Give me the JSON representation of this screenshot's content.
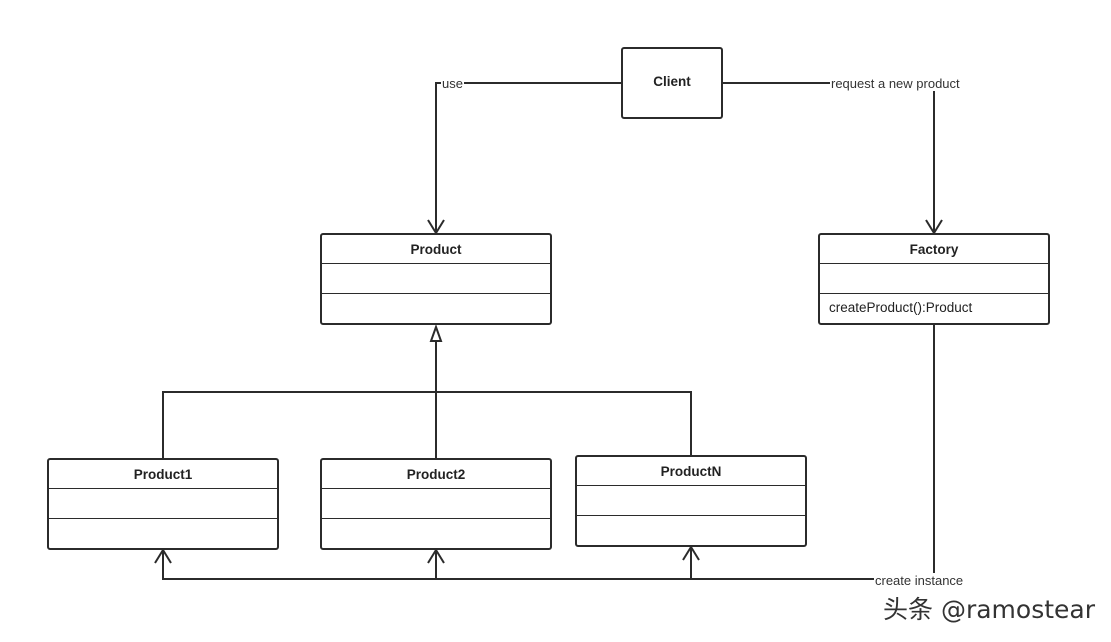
{
  "client": {
    "label": "Client"
  },
  "edges": {
    "use": "use",
    "request": "request a new product",
    "create": "create instance"
  },
  "product": {
    "title": "Product"
  },
  "factory": {
    "title": "Factory",
    "method": "createProduct():Product"
  },
  "product1": {
    "title": "Product1"
  },
  "product2": {
    "title": "Product2"
  },
  "productN": {
    "title": "ProductN"
  },
  "watermark": "头条 @ramostear"
}
